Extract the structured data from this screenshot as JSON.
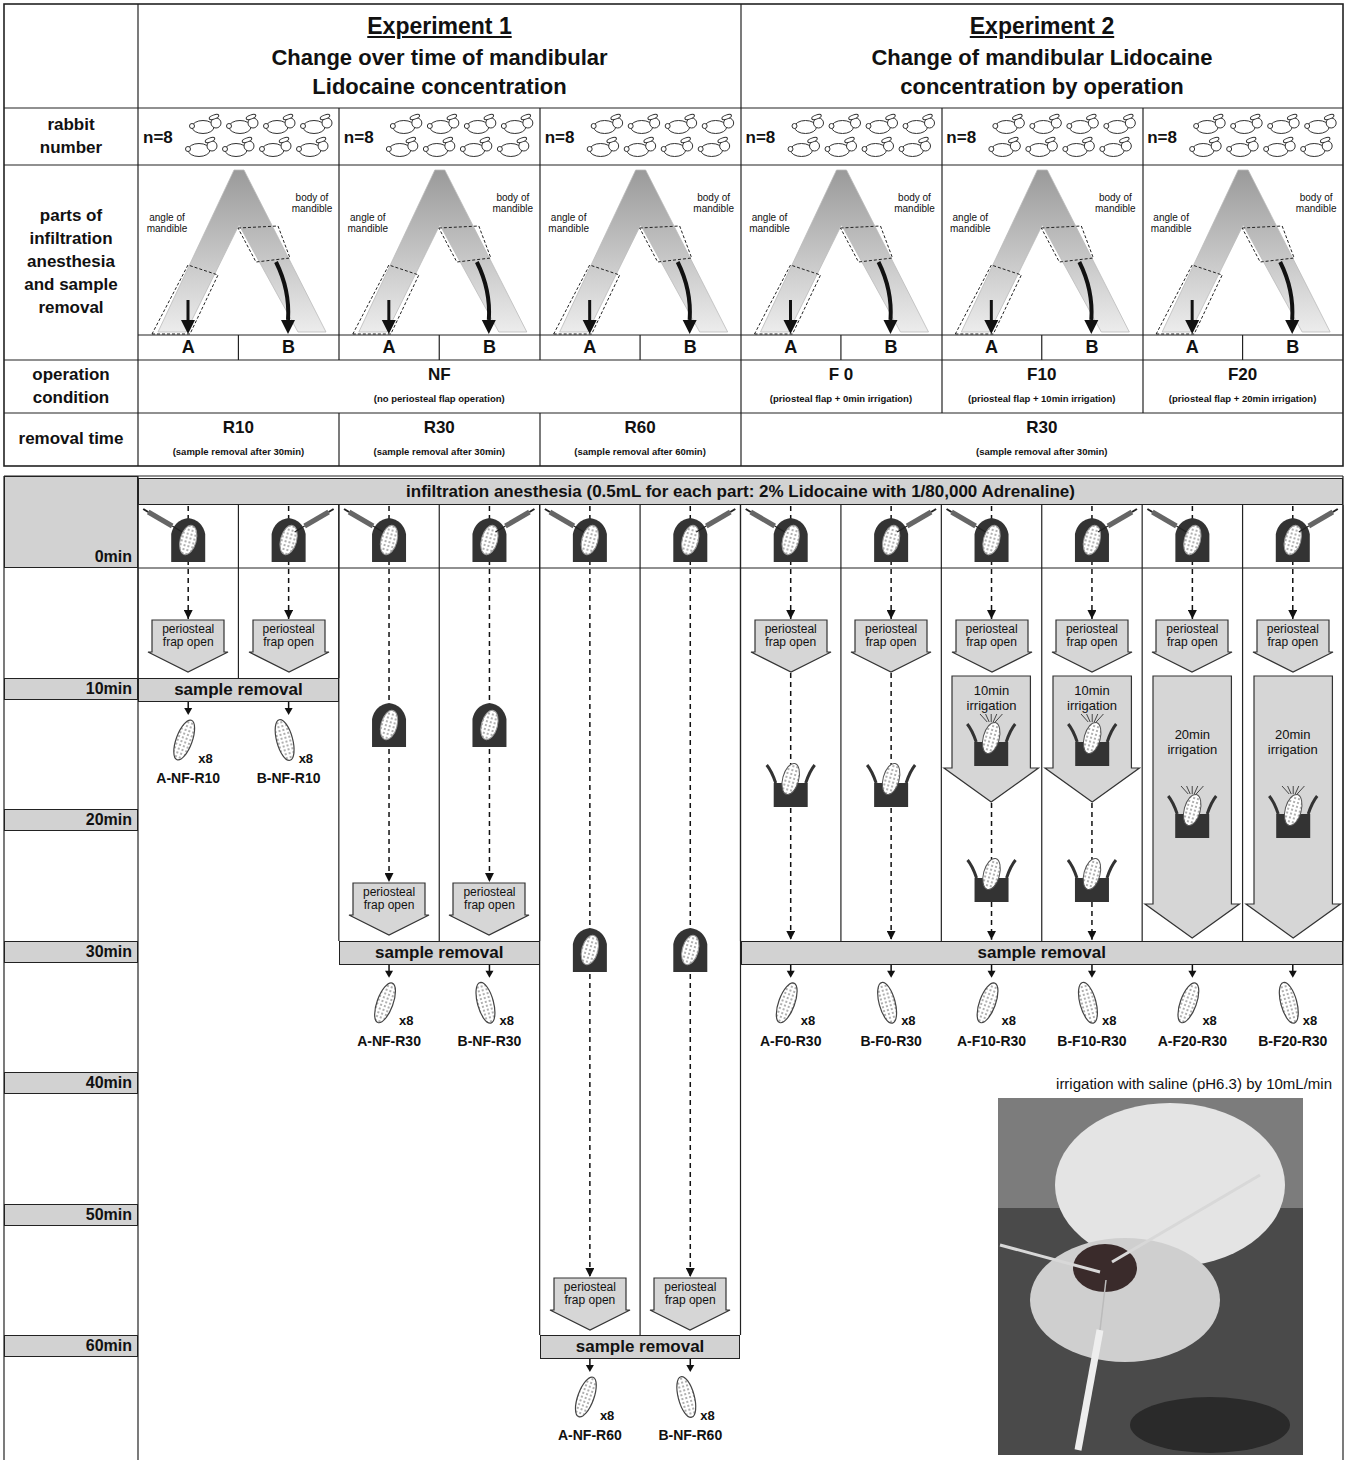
{
  "diagram": {
    "nodes": [
      {
        "text": [
          "infiltration anesthesia (0.5mL for each part: 2% Lidocaine with 1/80,000 Adrenaline)"
        ]
      },
      {
        "text": [
          "0min"
        ]
      },
      {
        "text": [
          "periosteal frap open"
        ]
      },
      {
        "text": [
          "periosteal frap open"
        ]
      },
      {
        "text": [
          "periosteal frap open"
        ]
      },
      {
        "text": [
          "periosteal frap open"
        ]
      },
      {
        "text": [
          "periosteal frap open"
        ]
      },
      {
        "text": [
          "periosteal frap open"
        ]
      },
      {
        "text": [
          "periosteal frap open"
        ]
      },
      {
        "text": [
          "periosteal frap open"
        ]
      },
      {
        "text": [
          "10min"
        ]
      },
      {
        "text": [
          "sample removal"
        ]
      },
      {
        "text": [
          "10min irrigation"
        ]
      },
      {
        "text": [
          "10min irrigation"
        ]
      },
      {
        "text": [
          "20min irrigation"
        ]
      },
      {
        "text": [
          "20min irrigation"
        ]
      },
      {
        "text": [
          "20min"
        ]
      },
      {
        "text": [
          "periosteal frap open"
        ]
      },
      {
        "text": [
          "periosteal frap open"
        ]
      },
      {
        "text": [
          "30min"
        ]
      },
      {
        "text": [
          "sample removal"
        ]
      },
      {
        "text": [
          "sample removal"
        ]
      },
      {
        "text": [
          "40min"
        ]
      },
      {
        "text": [
          "50min"
        ]
      },
      {
        "text": [
          "periosteal frap open"
        ]
      },
      {
        "text": [
          "periosteal frap open"
        ]
      },
      {
        "text": [
          "60min"
        ]
      },
      {
        "text": [
          "sample removal"
        ]
      }
    ],
    "edges": [
      {
        "from": 0,
        "to": 2,
        "arrow": "to"
      },
      {
        "from": 0,
        "to": 3,
        "arrow": "to"
      },
      {
        "from": 0,
        "to": 4,
        "arrow": "to"
      },
      {
        "from": 0,
        "to": 5,
        "arrow": "to"
      },
      {
        "from": 0,
        "to": 6,
        "arrow": "to"
      },
      {
        "from": 0,
        "to": 7,
        "arrow": "to"
      },
      {
        "from": 0,
        "to": 8,
        "arrow": "to"
      },
      {
        "from": 0,
        "to": 9,
        "arrow": "to"
      },
      {
        "from": 4,
        "to": 21,
        "arrow": "to"
      },
      {
        "from": 5,
        "to": 21,
        "arrow": "to"
      },
      {
        "from": 12,
        "to": 21,
        "arrow": "to"
      },
      {
        "from": 13,
        "to": 21,
        "arrow": "to"
      },
      {
        "from": 0,
        "to": 17,
        "arrow": "to"
      },
      {
        "from": 0,
        "to": 18,
        "arrow": "to"
      },
      {
        "from": 0,
        "to": 24,
        "arrow": "to"
      },
      {
        "from": 0,
        "to": 25,
        "arrow": "to"
      }
    ],
    "labels": [
      "Experiment 1",
      "Change over time of mandibular Lidocaine concentration",
      "Experiment 2",
      "Change of mandibular Lidocaine concentration by operation",
      "rabbit number",
      "n=8",
      "n=8",
      "n=8",
      "n=8",
      "n=8",
      "n=8",
      "parts of infiltration anesthesia and sample removal",
      "angle of mandible",
      "body of mandible",
      "angle of mandible",
      "body of mandible",
      "angle of mandible",
      "body of mandible",
      "angle of mandible",
      "body of mandible",
      "angle of mandible",
      "body of mandible",
      "angle of mandible",
      "body of mandible",
      "A",
      "B",
      "A",
      "B",
      "A",
      "B",
      "A",
      "B",
      "A",
      "B",
      "A",
      "B",
      "operation condition",
      "NF",
      "(no periosteal flap operation)",
      "F 0",
      "(priosteal flap + 0min irrigation)",
      "F10",
      "(priosteal flap + 10min irrigation)",
      "F20",
      "(priosteal flap + 20min irrigation)",
      "removal time",
      "R10",
      "(sample removal after 30min)",
      "R30",
      "(sample removal after 30min)",
      "R60",
      "(sample removal after 60min)",
      "R30",
      "(sample removal after 30min)",
      "x8",
      "A-NF-R10",
      "x8",
      "B-NF-R10",
      "x8",
      "A-NF-R30",
      "x8",
      "B-NF-R30",
      "x8",
      "A-F0-R30",
      "x8",
      "B-F0-R30",
      "x8",
      "A-F10-R30",
      "x8",
      "B-F10-R30",
      "x8",
      "A-F20-R30",
      "x8",
      "B-F20-R30",
      "irrigation with saline (pH6.3) by 10mL/min",
      "x8",
      "A-NF-R60",
      "x8",
      "B-NF-R60"
    ]
  }
}
